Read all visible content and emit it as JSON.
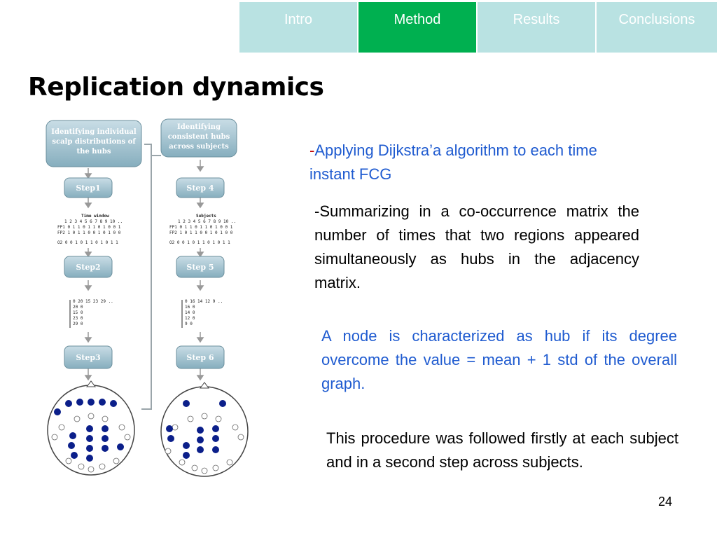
{
  "nav": {
    "tabs": [
      {
        "label": "Intro",
        "active": false
      },
      {
        "label": "Method",
        "active": true
      },
      {
        "label": "Results",
        "active": false
      },
      {
        "label": "Conclusions",
        "active": false
      }
    ],
    "colors": {
      "inactive": "#b9e2e2",
      "active": "#00b050"
    }
  },
  "slide": {
    "title": "Replication dynamics",
    "page_number": "24"
  },
  "diagram": {
    "left_header": "Identifying individual scalp distributions of the hubs",
    "right_header": "Identifying consistent hubs across subjects",
    "steps_left": [
      "Step1",
      "Step2",
      "Step3"
    ],
    "steps_right": [
      "Step 4",
      "Step 5",
      "Step 6"
    ],
    "time_window_label": "Time window",
    "subjects_label": "Subjects"
  },
  "bullets": {
    "b1_dash": "-",
    "b1_text": "Applying Dijkstra’a algorithm to each time instant FCG",
    "b2": "-Summarizing in a co-occurrence matrix the number of times that two regions appeared simultaneously as hubs in the adjacency matrix.",
    "b3": "A node is characterized as hub if its degree overcome the value =  mean + 1 std of the overall graph.",
    "b4": "This procedure was followed firstly at each subject and in a second step across subjects."
  }
}
